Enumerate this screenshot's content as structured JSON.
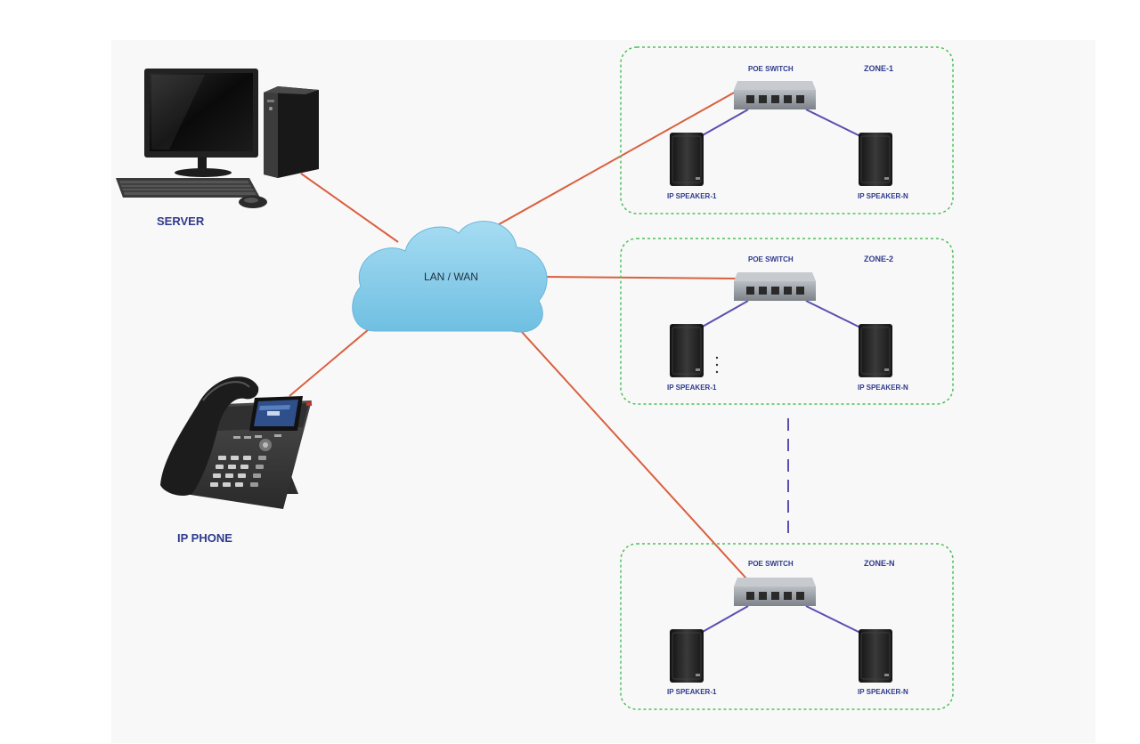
{
  "diagram": {
    "cloud_label": "LAN / WAN",
    "server_label": "SERVER",
    "phone_label": "IP PHONE",
    "zones": [
      {
        "name": "ZONE-1",
        "switch_label": "POE SWITCH",
        "speaker_first": "IP SPEAKER-1",
        "speaker_last": "IP SPEAKER-N"
      },
      {
        "name": "ZONE-2",
        "switch_label": "POE SWITCH",
        "speaker_first": "IP SPEAKER-1",
        "speaker_last": "IP SPEAKER-N"
      },
      {
        "name": "ZONE-N",
        "switch_label": "POE SWITCH",
        "speaker_first": "IP SPEAKER-1",
        "speaker_last": "IP SPEAKER-N"
      }
    ],
    "colors": {
      "network_link": "#d9603f",
      "poe_link": "#5a4fb0",
      "zone_border": "#4fbf5a",
      "cloud_fill": "#8fd0ec",
      "label_text": "#2e3a8c"
    }
  }
}
